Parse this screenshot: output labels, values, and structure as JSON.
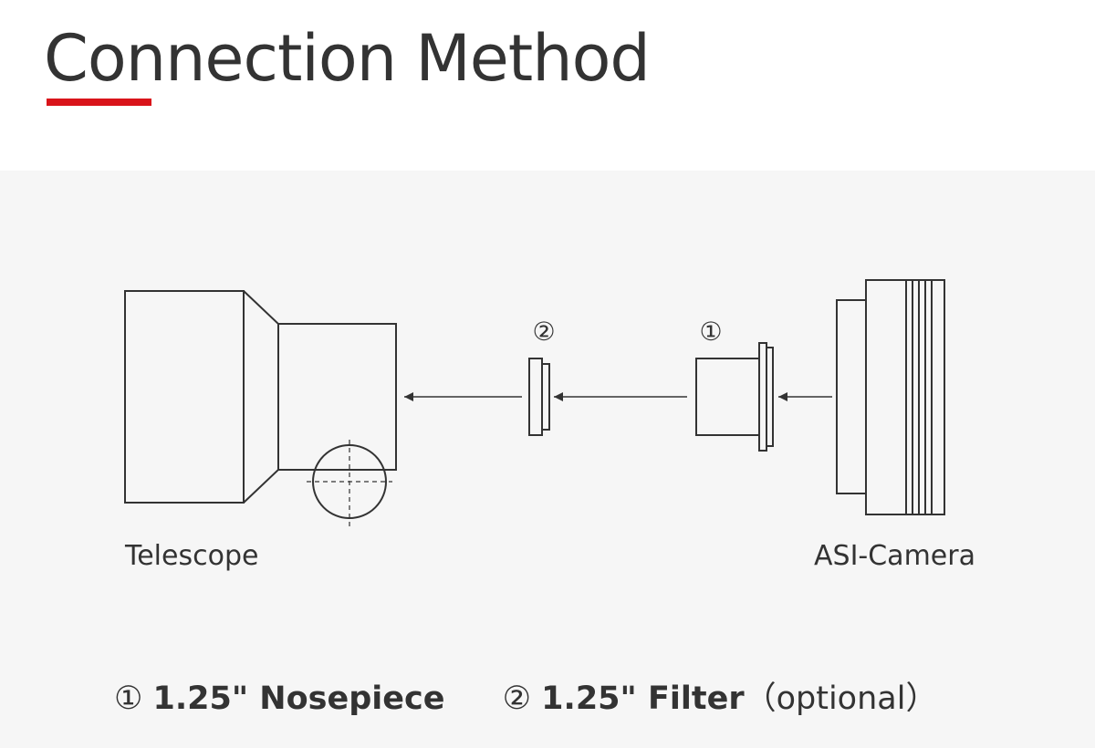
{
  "header": {
    "title": "Connection Method",
    "accent_color": "#d9141a"
  },
  "diagram": {
    "markers": [
      "②",
      "①"
    ],
    "labels": {
      "telescope": "Telescope",
      "camera": "ASI-Camera"
    }
  },
  "legend": {
    "items": [
      {
        "num": "①",
        "text": "1.25\" Nosepiece",
        "note": ""
      },
      {
        "num": "②",
        "text": "1.25\" Filter",
        "note": "（optional）"
      }
    ]
  }
}
